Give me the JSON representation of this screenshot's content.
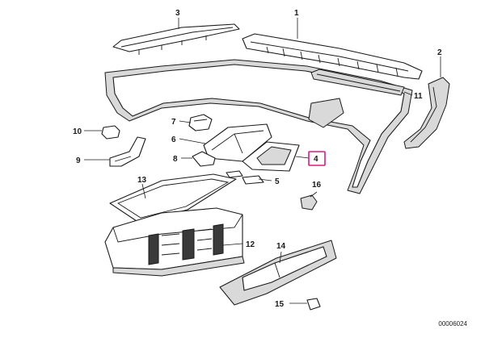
{
  "callouts": {
    "c1": "1",
    "c2": "2",
    "c3": "3",
    "c4": "4",
    "c5": "5",
    "c6": "6",
    "c7": "7",
    "c8": "8",
    "c9": "9",
    "c10": "10",
    "c11": "11",
    "c12": "12",
    "c13": "13",
    "c14": "14",
    "c15": "15",
    "c16": "16"
  },
  "highlighted_callout": "4",
  "highlight_color": "#e0187a",
  "document_number": "00006024"
}
